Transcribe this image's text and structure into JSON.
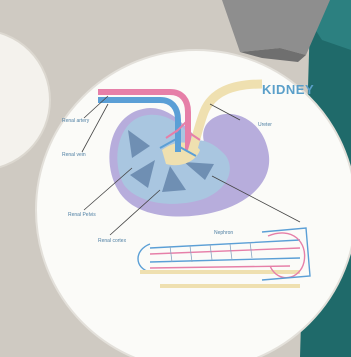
{
  "diagram": {
    "title": "KIDNEY",
    "labels": {
      "renal_artery": "Renal artery",
      "renal_vein": "Renal vein",
      "ureter": "Ureter",
      "renal_pelvis": "Renal Pelvis",
      "renal_cortex": "Renal cortex",
      "nephron": "Nephron"
    }
  },
  "colors": {
    "background": "#cfcac2",
    "circle": "#fbfbf8",
    "left_disc": "#f4f2ed",
    "gray_flag": "#8e8e8e",
    "teal_panel": "#1f6a6a",
    "artery": "#e67fa8",
    "vein": "#5b9fd6",
    "ureter": "#efe0b0",
    "kidney_medulla": "#a9c6e0",
    "kidney_cortex": "#b7addc",
    "label_text": "#4e7fa3",
    "title_text": "#5a9fc9"
  }
}
